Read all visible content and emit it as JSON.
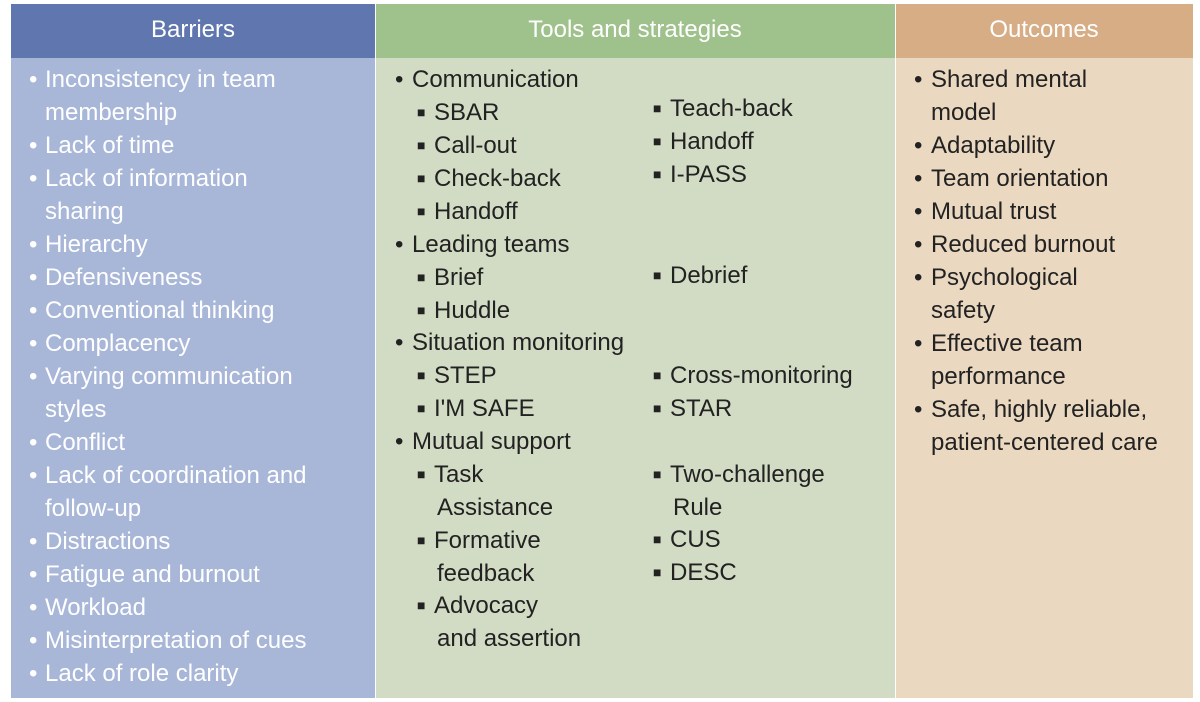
{
  "headers": {
    "barriers": "Barriers",
    "tools": "Tools and strategies",
    "outcomes": "Outcomes"
  },
  "barriers": [
    [
      "Inconsistency in team",
      "membership"
    ],
    [
      "Lack of time"
    ],
    [
      "Lack of information",
      "sharing"
    ],
    [
      "Hierarchy"
    ],
    [
      "Defensiveness"
    ],
    [
      "Conventional thinking"
    ],
    [
      "Complacency"
    ],
    [
      "Varying communication",
      "styles"
    ],
    [
      "Conflict"
    ],
    [
      "Lack of coordination and",
      "follow-up"
    ],
    [
      "Distractions"
    ],
    [
      "Fatigue and burnout"
    ],
    [
      "Workload"
    ],
    [
      "Misinterpretation of cues"
    ],
    [
      "Lack of role clarity"
    ]
  ],
  "tools": {
    "communication": "Communication",
    "sbar": "SBAR",
    "call_out": "Call-out",
    "check_back": "Check-back",
    "handoff_left": "Handoff",
    "teach_back": "Teach-back",
    "handoff_right": "Handoff",
    "ipass": "I-PASS",
    "leading_teams": "Leading teams",
    "brief": "Brief",
    "huddle": "Huddle",
    "debrief": "Debrief",
    "situation_monitoring": "Situation monitoring",
    "step": "STEP",
    "im_safe": "I'M SAFE",
    "cross_monitoring": "Cross-monitoring",
    "star": "STAR",
    "mutual_support": "Mutual support",
    "task_1": "Task",
    "task_2": "Assistance",
    "formative_1": "Formative",
    "formative_2": "feedback",
    "advocacy_1": "Advocacy",
    "advocacy_2": "and assertion",
    "two_challenge_1": "Two-challenge",
    "two_challenge_2": "Rule",
    "cus": "CUS",
    "desc": "DESC"
  },
  "outcomes": [
    [
      "Shared mental",
      "model"
    ],
    [
      "Adaptability"
    ],
    [
      "Team orientation"
    ],
    [
      "Mutual trust"
    ],
    [
      "Reduced burnout"
    ],
    [
      "Psychological",
      "safety"
    ],
    [
      "Effective team",
      "performance"
    ],
    [
      "Safe, highly reliable,",
      "patient-centered care"
    ]
  ],
  "colors": {
    "barriers_header": "#5f77ae",
    "barriers_body": "#a8b6d8",
    "tools_header": "#9fc18b",
    "tools_body": "#d2dcc4",
    "outcomes_header": "#d6ad84",
    "outcomes_body": "#ebd8c0"
  }
}
